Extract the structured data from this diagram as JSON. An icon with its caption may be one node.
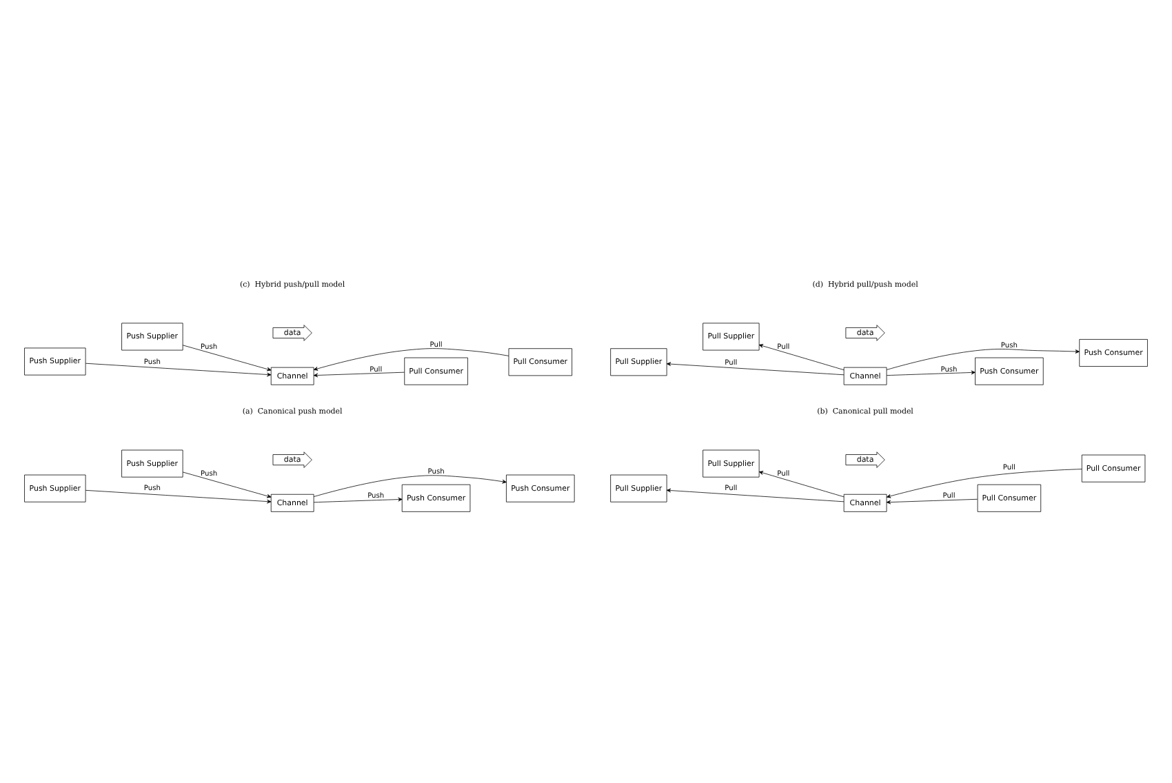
{
  "diagram": {
    "nodes": [
      {
        "text": [
          "Push Supplier"
        ]
      },
      {
        "text": [
          "Push Consumer"
        ]
      },
      {
        "text": [
          "Channel"
        ]
      },
      {
        "text": [
          "Push Supplier"
        ]
      },
      {
        "text": [
          "data"
        ]
      },
      {
        "text": [
          "Push Consumer"
        ]
      },
      {
        "text": [
          "Pull Supplier"
        ]
      },
      {
        "text": [
          "Pull Consumer"
        ]
      },
      {
        "text": [
          "Channel"
        ]
      },
      {
        "text": [
          "Pull Supplier"
        ]
      },
      {
        "text": [
          "data"
        ]
      },
      {
        "text": [
          "Pull Consumer"
        ]
      },
      {
        "text": [
          "Push Supplier"
        ]
      },
      {
        "text": [
          "Pull Consumer"
        ]
      },
      {
        "text": [
          "Channel"
        ]
      },
      {
        "text": [
          "Push Supplier"
        ]
      },
      {
        "text": [
          "data"
        ]
      },
      {
        "text": [
          "Pull Consumer"
        ]
      },
      {
        "text": [
          "Pull Supplier"
        ]
      },
      {
        "text": [
          "Push Consumer"
        ]
      },
      {
        "text": [
          "Channel"
        ]
      },
      {
        "text": [
          "Pull Supplier"
        ]
      },
      {
        "text": [
          "data"
        ]
      },
      {
        "text": [
          "Push Consumer"
        ]
      }
    ],
    "edges": [
      {
        "from": 0,
        "to": 2,
        "arrow": "to",
        "label": "Push"
      },
      {
        "from": 2,
        "to": 1,
        "arrow": "to",
        "label": "Push"
      },
      {
        "from": 3,
        "to": 2,
        "arrow": "to",
        "label": "Push"
      },
      {
        "from": 2,
        "to": 5,
        "arrow": "to",
        "label": "Push"
      },
      {
        "from": 8,
        "to": 6,
        "arrow": "to",
        "label": "Pull"
      },
      {
        "from": 7,
        "to": 8,
        "arrow": "to",
        "label": "Pull"
      },
      {
        "from": 8,
        "to": 9,
        "arrow": "to",
        "label": "Pull"
      },
      {
        "from": 11,
        "to": 8,
        "arrow": "to",
        "label": "Pull"
      },
      {
        "from": 12,
        "to": 14,
        "arrow": "to",
        "label": "Push"
      },
      {
        "from": 13,
        "to": 14,
        "arrow": "to",
        "label": "Pull"
      },
      {
        "from": 15,
        "to": 14,
        "arrow": "to",
        "label": "Push"
      },
      {
        "from": 17,
        "to": 14,
        "arrow": "to",
        "label": "Pull"
      },
      {
        "from": 20,
        "to": 18,
        "arrow": "to",
        "label": "Pull"
      },
      {
        "from": 20,
        "to": 19,
        "arrow": "to",
        "label": "Push"
      },
      {
        "from": 20,
        "to": 21,
        "arrow": "to",
        "label": "Pull"
      },
      {
        "from": 20,
        "to": 23,
        "arrow": "to",
        "label": "Push"
      }
    ],
    "labels": [
      "(a)  Canonical push model",
      "(b)  Canonical pull model",
      "(c)  Hybrid push/pull model",
      "(d)  Hybrid pull/push model"
    ]
  }
}
